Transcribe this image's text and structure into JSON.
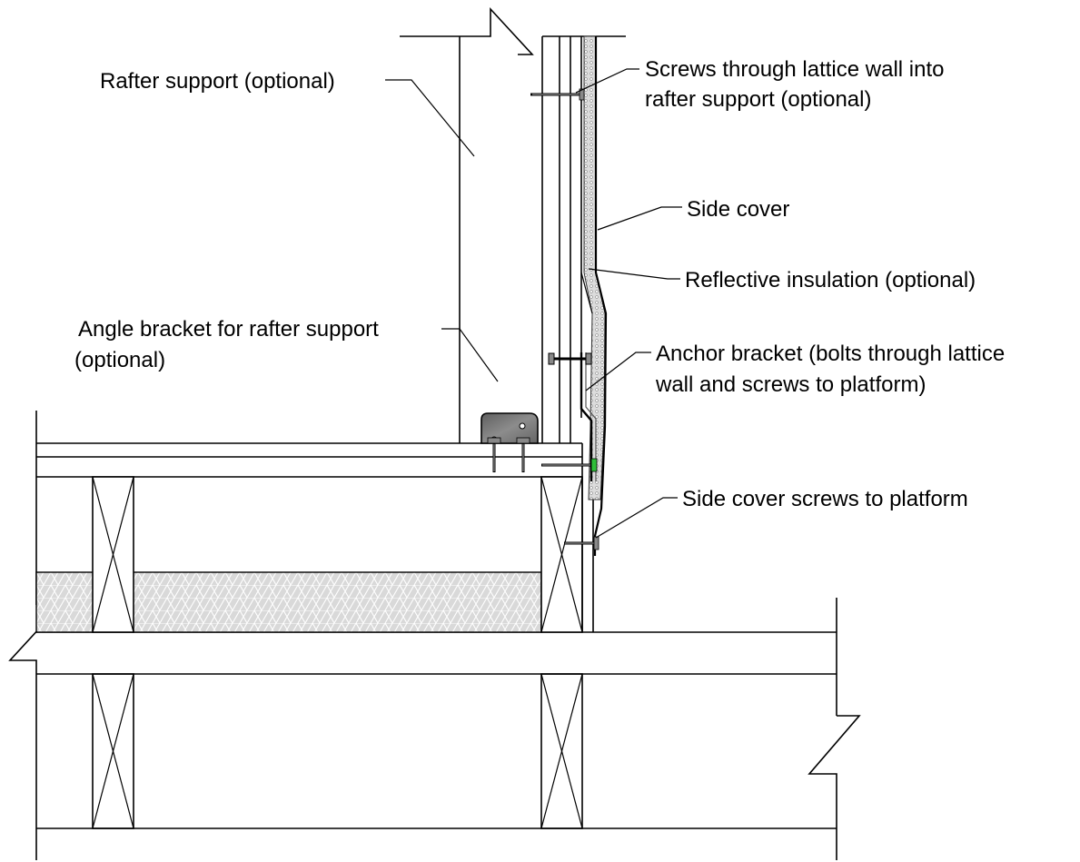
{
  "labels": {
    "rafter_support": "Rafter support (optional)",
    "screws_lattice_1": "Screws through lattice wall into",
    "screws_lattice_2": "rafter support (optional)",
    "side_cover": "Side cover",
    "reflective_insulation": "Reflective insulation (optional)",
    "angle_bracket_1": "Angle bracket for rafter support",
    "angle_bracket_2": "(optional)",
    "anchor_bracket_1": "Anchor bracket (bolts through lattice",
    "anchor_bracket_2": "wall and screws to platform)",
    "side_cover_screws": "Side cover screws to platform"
  },
  "colors": {
    "line": "#000000",
    "insulation_fill": "#d9d9d9",
    "bracket_fill": "#7a7a7a",
    "accent_green": "#2fbf3a"
  }
}
